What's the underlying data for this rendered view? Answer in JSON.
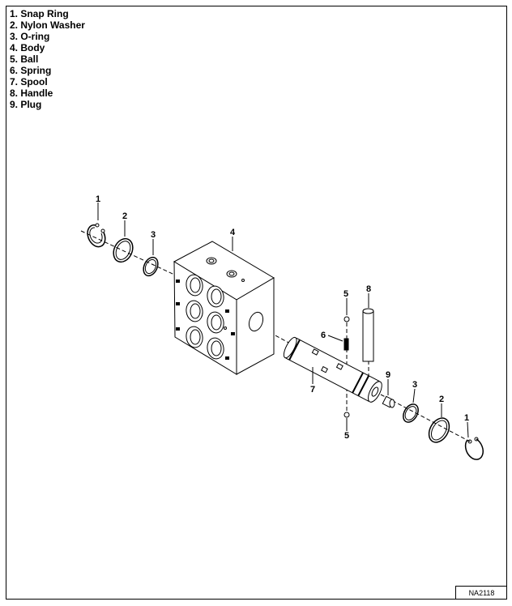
{
  "legend": {
    "items": [
      "1. Snap Ring",
      "2. Nylon Washer",
      "3. O-ring",
      "4. Body",
      "5. Ball",
      "6. Spring",
      "7. Spool",
      "8. Handle",
      "9. Plug"
    ]
  },
  "callouts": {
    "snap_ring_left": "1",
    "washer_left": "2",
    "oring_left": "3",
    "body": "4",
    "ball_top": "5",
    "handle": "8",
    "spring": "6",
    "spool": "7",
    "plug": "9",
    "oring_right": "3",
    "washer_right": "2",
    "snap_ring_right": "1",
    "ball_bottom": "5"
  },
  "figure_id": "NA2118"
}
